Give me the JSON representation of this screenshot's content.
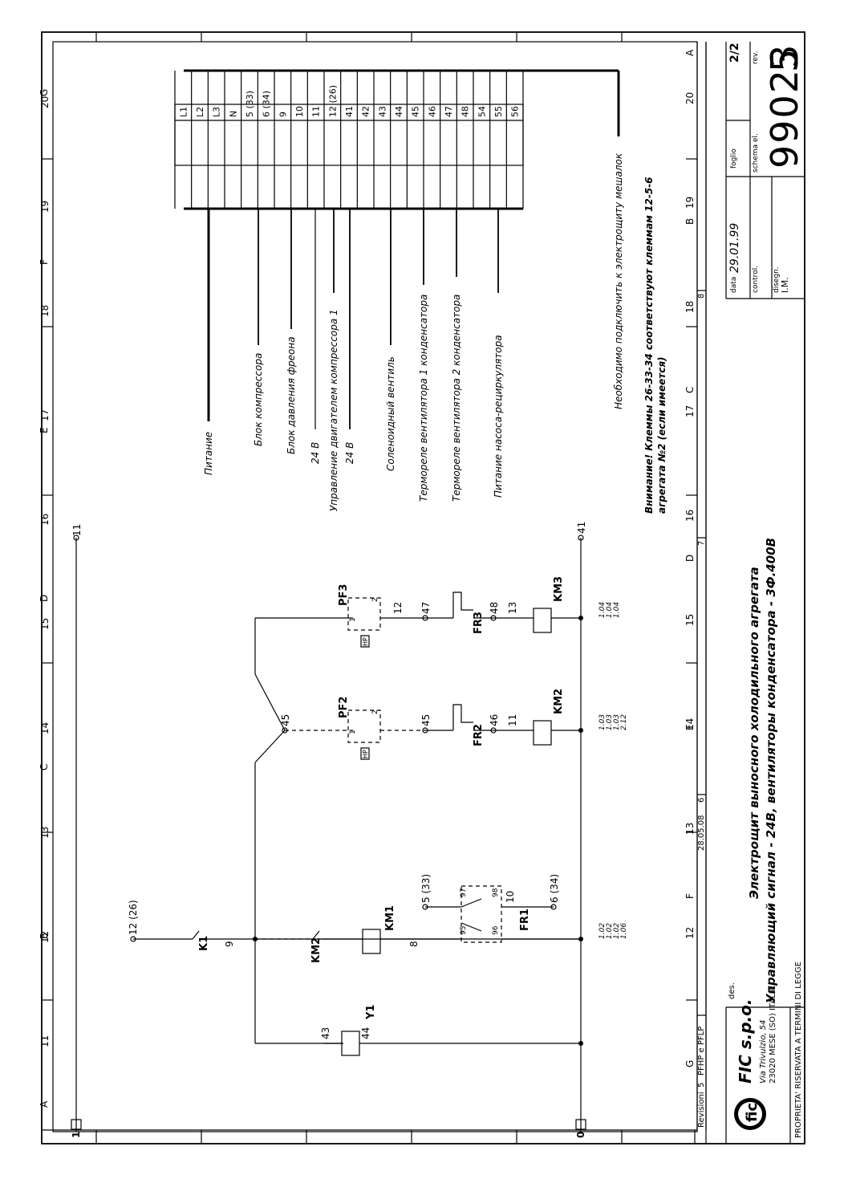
{
  "grid": {
    "row_letters": [
      "A",
      "B",
      "C",
      "D",
      "E",
      "F",
      "G"
    ],
    "col_numbers": [
      "11",
      "12",
      "13",
      "14",
      "15",
      "16",
      "17",
      "18",
      "19",
      "20"
    ]
  },
  "title_block": {
    "company": "FIC s.p.o.",
    "address_1": "Via Trivulzio, 54",
    "address_2": "23020 MESE (SO) ITALIA",
    "ownership": "PROPRIETA' RISERVATA A TERMINI DI LEGGE",
    "des_label": "des.",
    "title_1": "Электрощит выносного холодильного агрегата",
    "title_2": "Управляющий сигнал - 24В, вентиляторы конденсатора - 3Ф.400В",
    "data_label": "data",
    "date": "29.01.99",
    "foglio_label": "foglio",
    "sheet": "2/2",
    "control_label": "control.",
    "schema_label": "schema el.",
    "disegn_label": "disegn.",
    "drawn_by": "I.M.",
    "rev_label": "rev.",
    "drawing_number": "99023",
    "revision": "5"
  },
  "revisions": {
    "label": "Revisioni",
    "items": [
      {
        "num": "5",
        "text": "PFHP e PFLP"
      },
      {
        "num": "6",
        "text": "28.05.08"
      },
      {
        "num": "7",
        "text": ""
      },
      {
        "num": "8",
        "text": ""
      }
    ]
  },
  "terminal_block": {
    "terminals": [
      "L1",
      "L2",
      "L3",
      "N",
      "5 (33)",
      "6 (34)",
      "9",
      "10",
      "11",
      "12 (26)",
      "41",
      "42",
      "43",
      "44",
      "45",
      "46",
      "47",
      "48",
      "54",
      "55",
      "56"
    ],
    "labels": [
      "Питание",
      "Блок компрессора",
      "Блок давления фреона",
      "24 В",
      "Управление двигателем компрессора 1",
      "24 В",
      "Соленоидный вентиль",
      "Термореле вентилятора 1 конденсатора",
      "Термореле вентилятора 2 конденсатора",
      "Питание насоса-рециркулятора"
    ],
    "note_connect": "Необходимо подключить к электрощиту мешалок",
    "warning_1": "Внимание! Клеммы 26-33-34 соответствуют клеммам 12-5-6",
    "warning_2": "агрегата №2 (если имеется)"
  },
  "schematic": {
    "rail_top": "1",
    "rail_bottom": "0",
    "components": [
      "Y1",
      "K1",
      "KM2",
      "KM1",
      "FR1",
      "PF2",
      "FR2",
      "KM2",
      "PF3",
      "FR3",
      "KM3"
    ],
    "nodes": [
      "11",
      "12 (26)",
      "5",
      "6",
      "45",
      "41",
      "43",
      "44",
      "45",
      "46",
      "47",
      "48",
      "95",
      "96",
      "97",
      "98",
      "5 (33)",
      "6 (34)",
      "HP",
      "1",
      "2",
      "8",
      "9",
      "10",
      "11",
      "12",
      "13"
    ],
    "xrefs": {
      "km1": [
        "1.02",
        "1.02",
        "1.02",
        "1.06"
      ],
      "km2": [
        "1.03",
        "1.03",
        "1.03",
        "2.12"
      ],
      "km3": [
        "1.04",
        "1.04",
        "1.04"
      ]
    }
  }
}
